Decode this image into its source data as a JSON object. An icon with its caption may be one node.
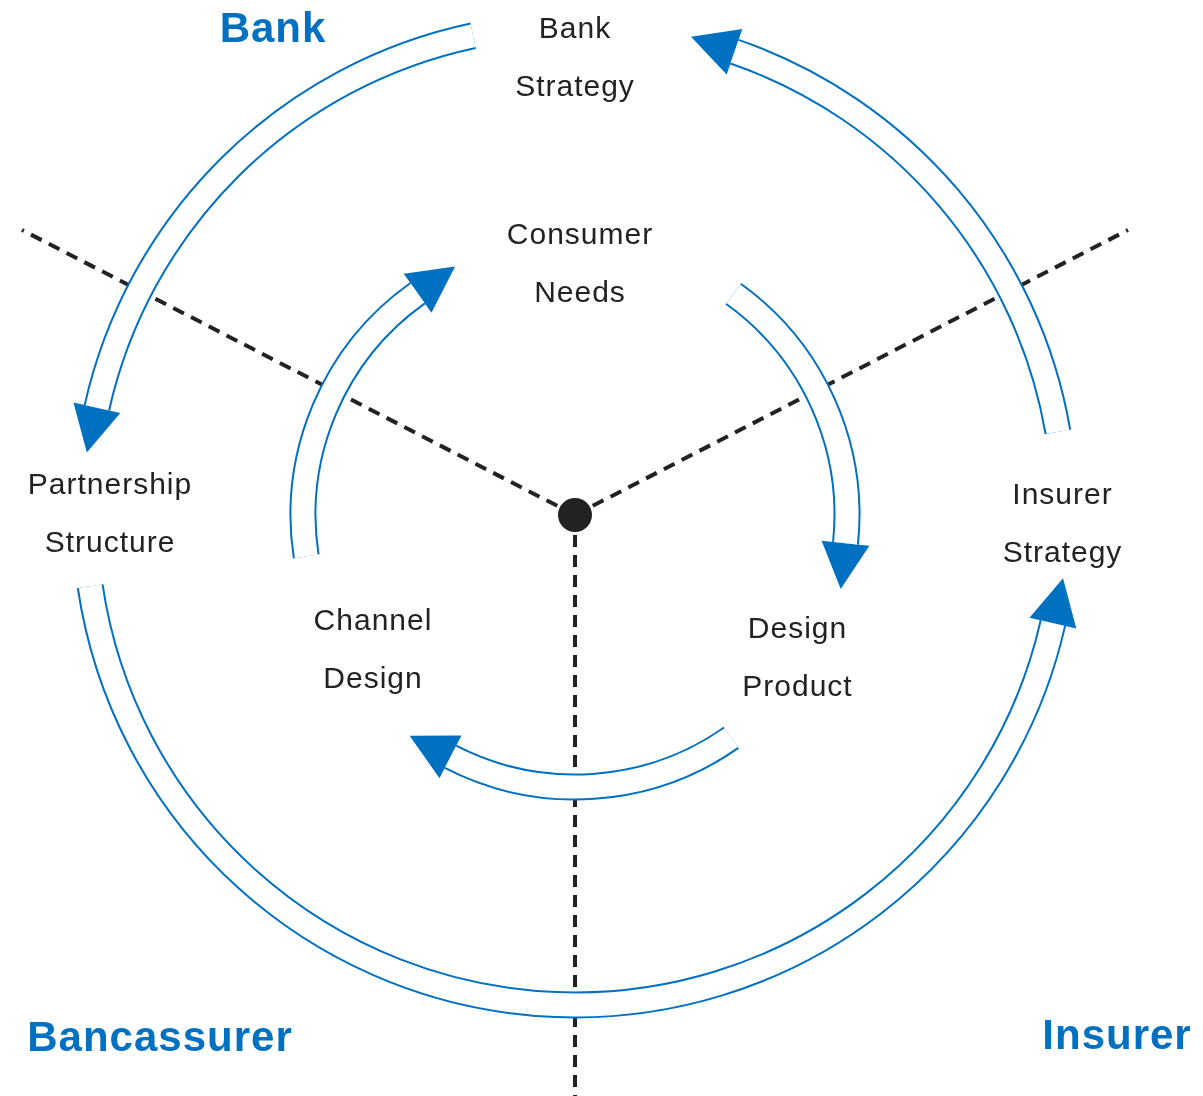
{
  "diagram": {
    "nodes": [
      {
        "text": [
          "Bank Strategy"
        ]
      },
      {
        "text": [
          "Consumer Needs"
        ]
      },
      {
        "text": [
          "Partnership Structure"
        ]
      },
      {
        "text": [
          "Insurer Strategy"
        ]
      },
      {
        "text": [
          "Channel Design"
        ]
      },
      {
        "text": [
          "Design Product"
        ]
      }
    ],
    "edges": [
      {
        "from": 0,
        "to": 2,
        "arrow": "to"
      },
      {
        "from": 2,
        "to": 3,
        "arrow": "to"
      },
      {
        "from": 3,
        "to": 0,
        "arrow": "to"
      },
      {
        "from": 1,
        "to": 5,
        "arrow": "to"
      },
      {
        "from": 5,
        "to": 4,
        "arrow": "to"
      },
      {
        "from": 4,
        "to": 1,
        "arrow": "to"
      }
    ],
    "labels": [
      "Bank",
      "Bancassurer",
      "Insurer"
    ]
  }
}
